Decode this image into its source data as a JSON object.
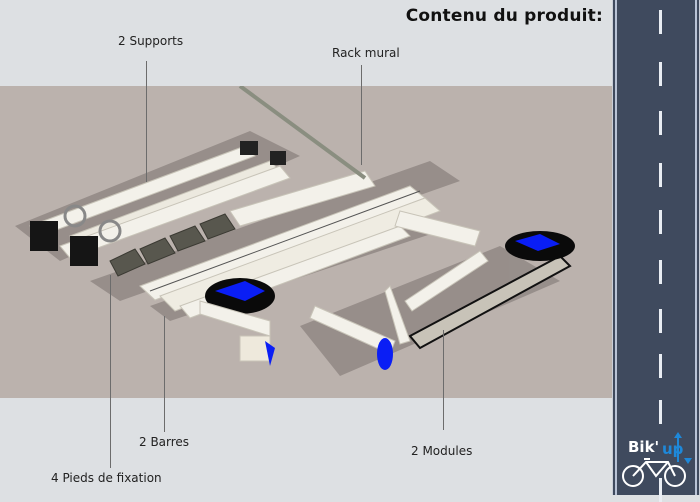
{
  "header": {
    "title": "Contenu du produit:"
  },
  "labels": {
    "supports": "2 Supports",
    "rack": "Rack mural",
    "barres": "2 Barres",
    "pieds": "4 Pieds de fixation",
    "modules": "2 Modules"
  },
  "logo": {
    "brand_main": "Bik",
    "brand_accent": "Up",
    "accent_color": "#1e88d9"
  },
  "colors": {
    "background": "#dde0e3",
    "stage": "#bbb2ad",
    "road": "#3f4a5e",
    "part_white": "#f2efe6",
    "part_blue": "#0a1ef5",
    "part_dark": "#4a4a42"
  },
  "road": {
    "dash_tops": [
      10,
      62,
      111,
      163,
      210,
      260,
      309,
      354,
      400,
      458
    ]
  }
}
